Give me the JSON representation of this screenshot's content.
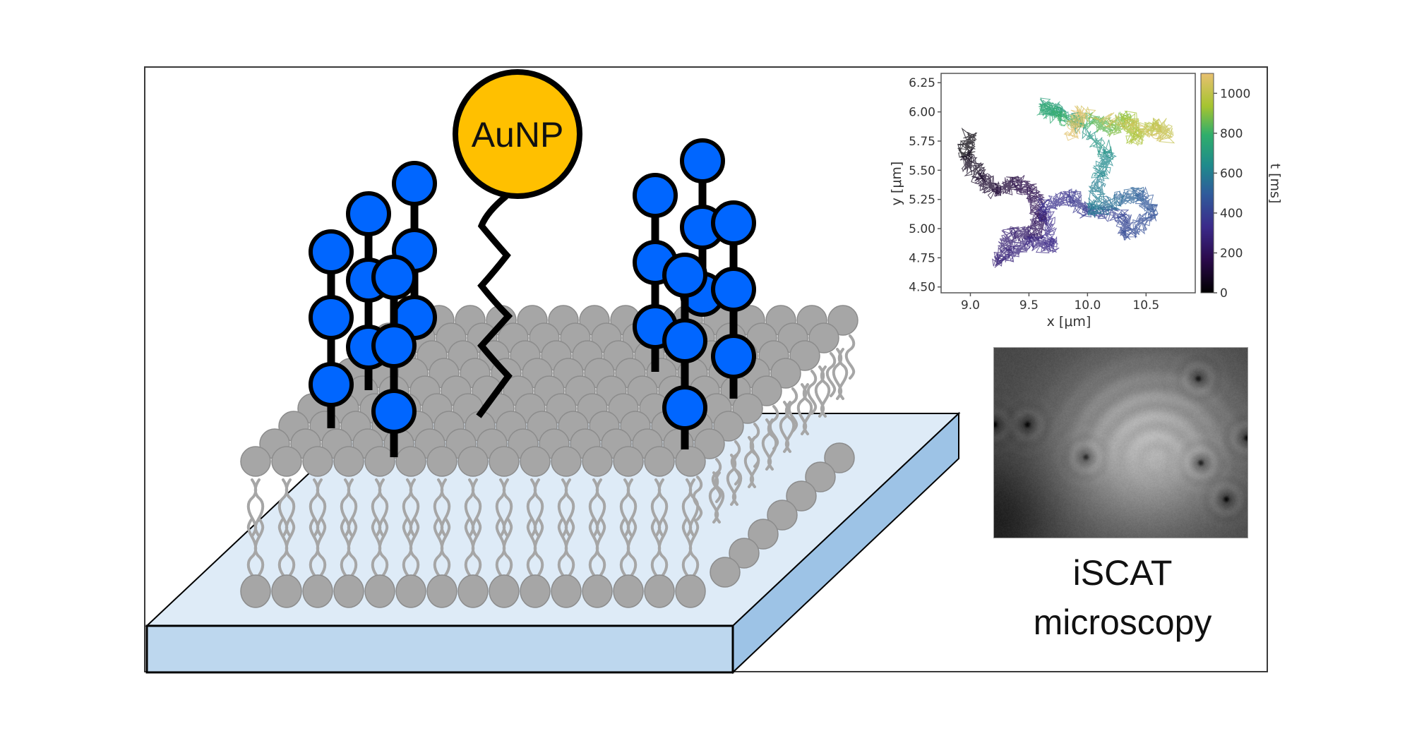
{
  "figure": {
    "aunp_label": "AuNP",
    "caption_line1": "iSCAT",
    "caption_line2": "microscopy",
    "colors": {
      "gold": "#FFC000",
      "glycan_blue": "#0066FF",
      "lipid_gray": "#A6A6A6",
      "lipid_stroke": "#8C8C8C",
      "tail_gray": "#A6A6A6",
      "substrate_top": "#DEEBF7",
      "substrate_front": "#BDD7EE",
      "substrate_side": "#9DC3E6",
      "outline": "#000000"
    },
    "iscat_particles": [
      {
        "u": 0.8,
        "v": 0.16,
        "strength": 0.8
      },
      {
        "u": 0.13,
        "v": 0.4,
        "strength": 0.7
      },
      {
        "u": 0.36,
        "v": 0.57,
        "strength": 0.85
      },
      {
        "u": 0.81,
        "v": 0.6,
        "strength": 1.0
      },
      {
        "u": 0.99,
        "v": 0.47,
        "strength": 0.8
      },
      {
        "u": 0.91,
        "v": 0.79,
        "strength": 0.85
      },
      {
        "u": 0.0,
        "v": 0.4,
        "strength": 0.7
      }
    ]
  },
  "chart_data": {
    "type": "scatter",
    "title": "",
    "xlabel": "x [μm]",
    "ylabel": "y [μm]",
    "xlim": [
      8.75,
      10.92
    ],
    "ylim": [
      4.45,
      6.33
    ],
    "xticks": [
      "9.0",
      "9.5",
      "10.0",
      "10.5"
    ],
    "xtick_values": [
      9.0,
      9.5,
      10.0,
      10.5
    ],
    "yticks": [
      "4.50",
      "4.75",
      "5.00",
      "5.25",
      "5.50",
      "5.75",
      "6.00",
      "6.25"
    ],
    "ytick_values": [
      4.5,
      4.75,
      5.0,
      5.25,
      5.5,
      5.75,
      6.0,
      6.25
    ],
    "colorbar": {
      "label": "t [ms]",
      "range": [
        0,
        1100
      ],
      "ticks": [
        "0",
        "200",
        "400",
        "600",
        "800",
        "1000"
      ],
      "tick_values": [
        0,
        200,
        400,
        600,
        800,
        1000
      ],
      "colormap": "viridis-like"
    },
    "grid": false,
    "legend": "none",
    "trajectory_waypoints": [
      {
        "t": 0,
        "x": 9.0,
        "y": 5.8
      },
      {
        "t": 40,
        "x": 8.95,
        "y": 5.62
      },
      {
        "t": 80,
        "x": 9.08,
        "y": 5.45
      },
      {
        "t": 110,
        "x": 9.22,
        "y": 5.32
      },
      {
        "t": 140,
        "x": 9.38,
        "y": 5.4
      },
      {
        "t": 170,
        "x": 9.55,
        "y": 5.3
      },
      {
        "t": 195,
        "x": 9.6,
        "y": 5.1
      },
      {
        "t": 220,
        "x": 9.55,
        "y": 4.95
      },
      {
        "t": 250,
        "x": 9.35,
        "y": 4.95
      },
      {
        "t": 275,
        "x": 9.25,
        "y": 4.72
      },
      {
        "t": 300,
        "x": 9.5,
        "y": 4.88
      },
      {
        "t": 320,
        "x": 9.7,
        "y": 4.85
      },
      {
        "t": 340,
        "x": 9.62,
        "y": 5.2
      },
      {
        "t": 360,
        "x": 9.85,
        "y": 5.28
      },
      {
        "t": 385,
        "x": 10.0,
        "y": 5.15
      },
      {
        "t": 410,
        "x": 10.3,
        "y": 5.1
      },
      {
        "t": 430,
        "x": 10.35,
        "y": 4.95
      },
      {
        "t": 460,
        "x": 10.55,
        "y": 5.15
      },
      {
        "t": 500,
        "x": 10.45,
        "y": 5.3
      },
      {
        "t": 540,
        "x": 10.25,
        "y": 5.25
      },
      {
        "t": 580,
        "x": 10.05,
        "y": 5.15
      },
      {
        "t": 620,
        "x": 10.1,
        "y": 5.45
      },
      {
        "t": 660,
        "x": 10.18,
        "y": 5.65
      },
      {
        "t": 700,
        "x": 9.8,
        "y": 6.0
      },
      {
        "t": 740,
        "x": 9.62,
        "y": 6.05
      },
      {
        "t": 780,
        "x": 9.75,
        "y": 5.95
      },
      {
        "t": 830,
        "x": 10.05,
        "y": 5.92
      },
      {
        "t": 870,
        "x": 10.2,
        "y": 5.85
      },
      {
        "t": 910,
        "x": 10.35,
        "y": 5.95
      },
      {
        "t": 950,
        "x": 10.4,
        "y": 5.78
      },
      {
        "t": 990,
        "x": 10.6,
        "y": 5.9
      },
      {
        "t": 1030,
        "x": 10.68,
        "y": 5.8
      },
      {
        "t": 1060,
        "x": 9.95,
        "y": 6.0
      },
      {
        "t": 1100,
        "x": 9.85,
        "y": 5.8
      }
    ]
  }
}
